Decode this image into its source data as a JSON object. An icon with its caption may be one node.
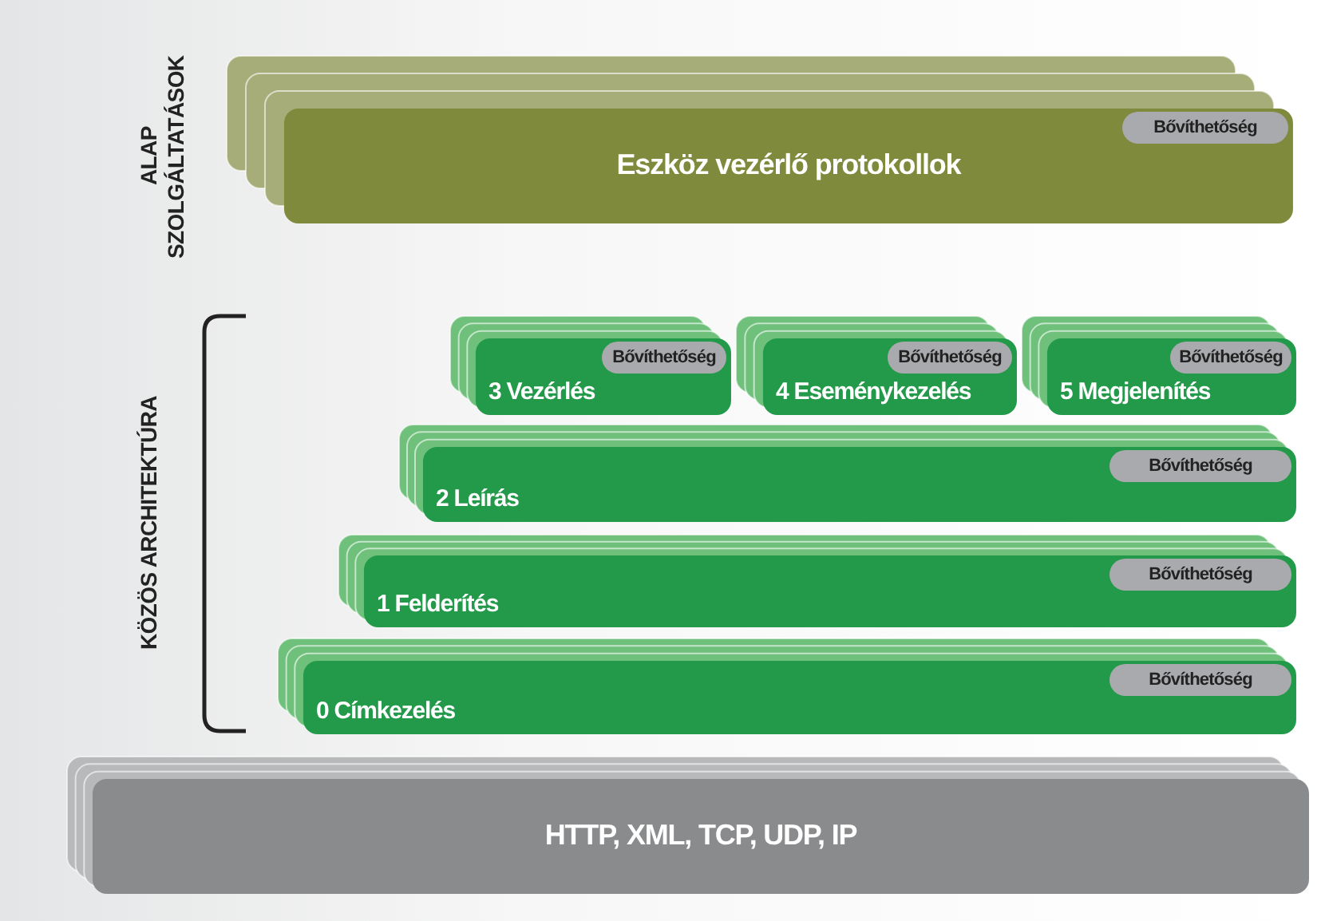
{
  "diagram": {
    "nodes": [
      {
        "text": [
          "Eszköz vezérlő protokollok"
        ]
      },
      {
        "text": [
          "Bővíthetőség"
        ],
        "in": 0
      },
      {
        "text": [
          "3 Vezérlés"
        ]
      },
      {
        "text": [
          "Bővíthetőség"
        ],
        "in": 2
      },
      {
        "text": [
          "4 Eseménykezelés"
        ]
      },
      {
        "text": [
          "Bővíthetőség"
        ],
        "in": 4
      },
      {
        "text": [
          "5 Megjelenítés"
        ]
      },
      {
        "text": [
          "Bővíthetőség"
        ],
        "in": 6
      },
      {
        "text": [
          "2 Leírás"
        ]
      },
      {
        "text": [
          "Bővíthetőség"
        ],
        "in": 8
      },
      {
        "text": [
          "1 Felderítés"
        ]
      },
      {
        "text": [
          "Bővíthetőség"
        ],
        "in": 10
      },
      {
        "text": [
          "0 Címkezelés"
        ]
      },
      {
        "text": [
          "Bővíthetőség"
        ],
        "in": 12
      },
      {
        "text": [
          "HTTP, XML, TCP, UDP, IP"
        ]
      }
    ],
    "edges": [],
    "labels": [
      "ALAP SZOLGÁLTATÁSOK",
      "KÖZÖS ARCHITEKTÚRA"
    ]
  }
}
